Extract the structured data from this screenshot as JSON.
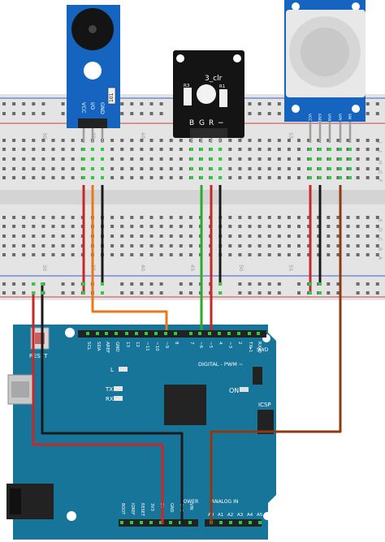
{
  "buzzer_module": {
    "pins": [
      "VCC",
      "I/O",
      "GND"
    ],
    "resistor": "101"
  },
  "rgb_module": {
    "title": "3_clr",
    "pins": [
      "B",
      "G",
      "R",
      "−"
    ],
    "resistors": [
      "R3",
      "R1"
    ]
  },
  "joystick_module": {
    "pins": [
      "VCC",
      "GND",
      "VRX",
      "VRY",
      "SW"
    ]
  },
  "breadboard": {
    "column_numbers": [
      "30",
      "35",
      "40",
      "45",
      "50",
      "55"
    ],
    "row_letters_top": [
      "J",
      "I",
      "H",
      "G",
      "F"
    ],
    "row_letters_bottom": [
      "E",
      "D",
      "C",
      "B",
      "A"
    ]
  },
  "arduino": {
    "reset_label": "RESET",
    "digital_pins": [
      "SCL",
      "SDA",
      "AREF",
      "GND",
      "13",
      "12",
      "~11",
      "~10",
      "~9",
      "8",
      "7",
      "~6",
      "~5",
      "4",
      "~3",
      "2",
      "TX▸1",
      "RX◂0"
    ],
    "digital_title": "DIGITAL - PWM ~",
    "leds": [
      "L",
      "TX",
      "RX"
    ],
    "on_label": "ON",
    "swd_label": "SWD",
    "icsp_label": "ICSP",
    "power_pins": [
      "BOOT",
      "IOREF",
      "RESET",
      "3V3",
      "5V",
      "GND",
      "GND",
      "VIN"
    ],
    "power_title": "POWER",
    "analog_pins": [
      "A0",
      "A1",
      "A2",
      "A3",
      "A4",
      "A5"
    ],
    "analog_title": "ANALOG IN"
  },
  "colors": {
    "module_blue": "#1565c0",
    "board_teal": "#17759a",
    "breadboard": "#e6e6e6",
    "red_wire": "#c62828",
    "black_wire": "#1a1a1a",
    "orange_wire": "#e8791a",
    "green_wire": "#2fa82f",
    "brown_wire": "#8d3a12"
  }
}
